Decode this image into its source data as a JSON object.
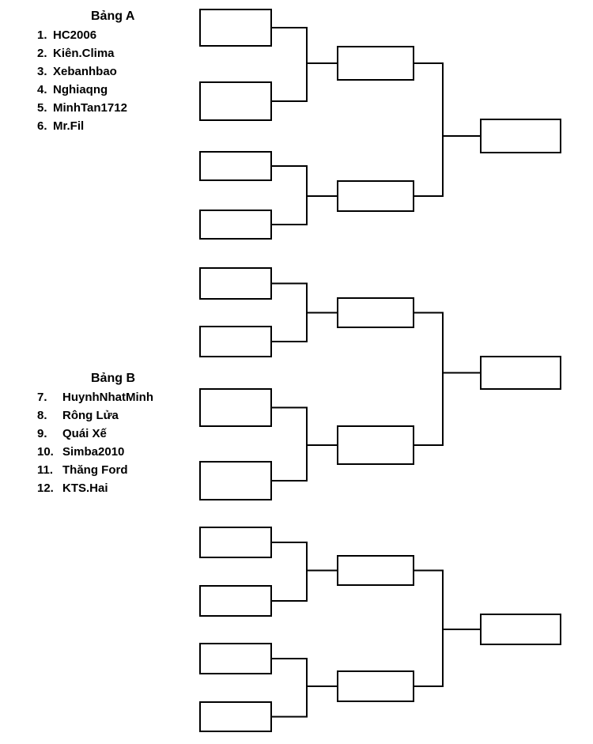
{
  "groups": {
    "a": {
      "title": "Bảng A",
      "teams": [
        {
          "num": "1.",
          "name": "HC2006"
        },
        {
          "num": "2.",
          "name": "Kiên.Clima"
        },
        {
          "num": "3.",
          "name": "Xebanhbao"
        },
        {
          "num": "4.",
          "name": "Nghiaqng"
        },
        {
          "num": "5.",
          "name": "MinhTan1712"
        },
        {
          "num": "6.",
          "name": "Mr.Fil"
        }
      ]
    },
    "b": {
      "title": "Bảng B",
      "teams": [
        {
          "num": "7.",
          "name": "HuynhNhatMinh"
        },
        {
          "num": "8.",
          "name": "Rông Lửa"
        },
        {
          "num": "9.",
          "name": "Quái Xế"
        },
        {
          "num": "10.",
          "name": "Simba2010"
        },
        {
          "num": "11.",
          "name": "Thăng Ford"
        },
        {
          "num": "12.",
          "name": "KTS.Hai"
        }
      ]
    }
  },
  "bracket": {
    "sections": 3,
    "first_round_slots_per_section": 4,
    "rounds": [
      "first-round",
      "semifinal",
      "final"
    ]
  }
}
